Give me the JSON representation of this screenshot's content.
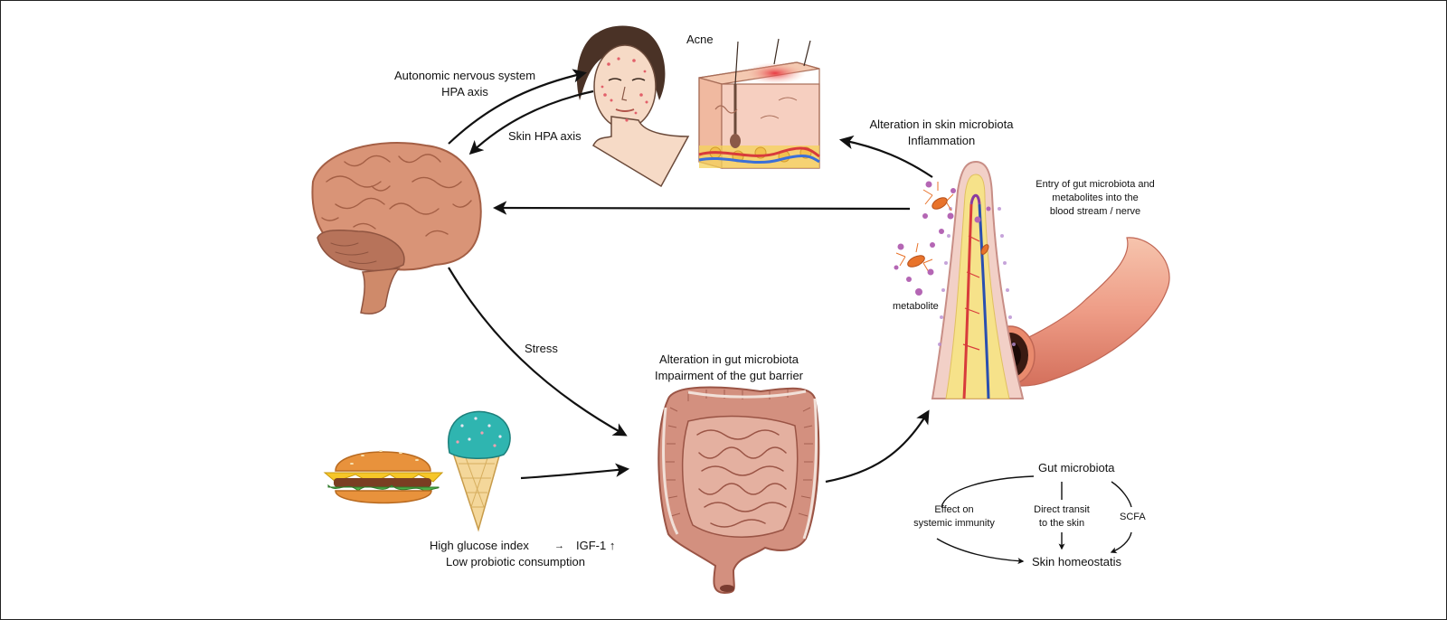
{
  "labels": {
    "acne": "Acne",
    "ans_line1": "Autonomic nervous system",
    "ans_line2": "HPA axis",
    "skin_hpa": "Skin HPA axis",
    "skin_alteration_line1": "Alteration in skin microbiota",
    "skin_alteration_line2": "Inflammation",
    "entry_line1": "Entry of gut microbiota and",
    "entry_line2": "metabolites into the",
    "entry_line3": "blood stream / nerve",
    "metabolite": "metabolite",
    "stress": "Stress",
    "gut_alteration_line1": "Alteration in gut microbiota",
    "gut_alteration_line2": "Impairment of the gut barrier",
    "diet_line1_a": "High glucose index",
    "diet_arrow": "→",
    "diet_line1_b": "IGF-1 ↑",
    "diet_line2": "Low probiotic consumption",
    "gut_microbiota": "Gut microbiota",
    "immunity_line1": "Effect on",
    "immunity_line2": "systemic immunity",
    "transit_line1": "Direct transit",
    "transit_line2": "to the skin",
    "scfa": "SCFA",
    "skin_homeostasis": "Skin homeostatis"
  },
  "icons": {
    "brain": "brain-illustration",
    "face": "face-with-acne-illustration",
    "skin": "skin-cross-section-illustration",
    "villus": "intestinal-villus-illustration",
    "intestine": "large-intestine-illustration",
    "burger": "hamburger-illustration",
    "icecream": "ice-cream-cone-illustration"
  },
  "colors": {
    "arrow": "#111111",
    "brain": "#d99477",
    "skin": "#f4c9b1",
    "gut": "#d3907f",
    "bacteria": "#e8732b",
    "metabolite": "#b466b4",
    "icecream": "#2fb5b0"
  }
}
